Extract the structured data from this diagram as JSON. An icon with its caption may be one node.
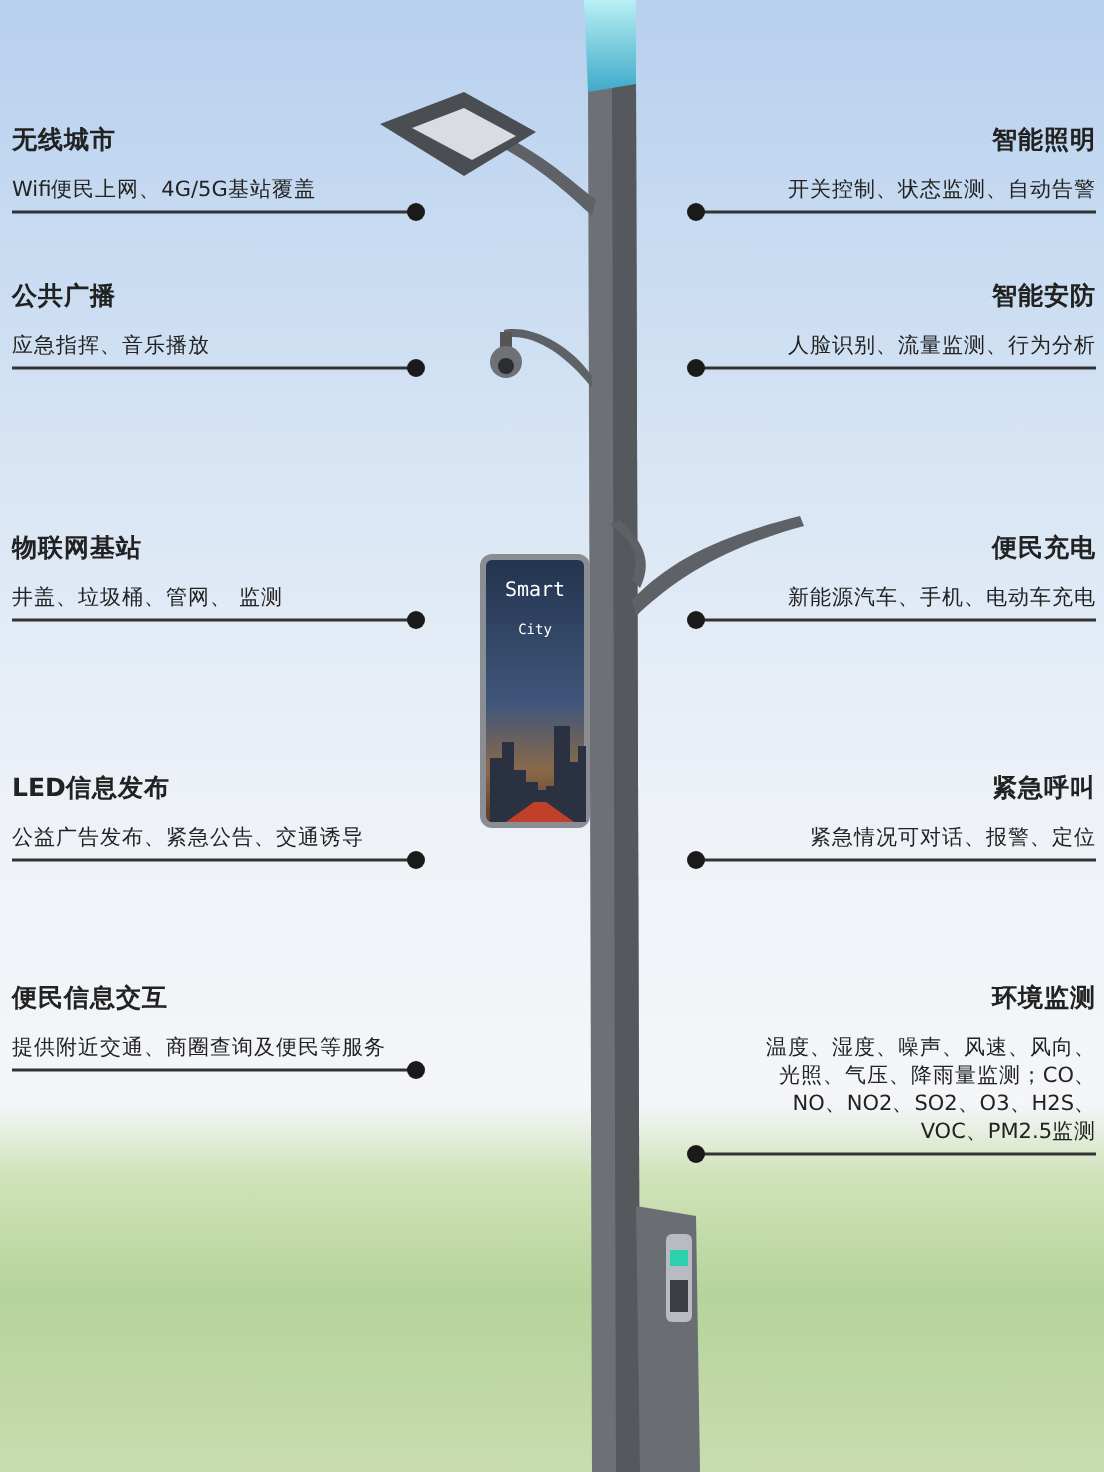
{
  "diagram": {
    "nodes": [
      {
        "text": [
          "无线城市",
          "Wifi便民上网、4G/5G基站覆盖"
        ]
      },
      {
        "text": [
          "公共广播",
          "应急指挥、音乐播放"
        ]
      },
      {
        "text": [
          "物联网基站",
          "井盖、垃圾桶、管网、 监测"
        ]
      },
      {
        "text": [
          "LED信息发布",
          "公益广告发布、紧急公告、交通诱导"
        ]
      },
      {
        "text": [
          "便民信息交互",
          "提供附近交通、商圈查询及便民等服务"
        ]
      },
      {
        "text": [
          "智能照明",
          "开关控制、状态监测、自动告警"
        ]
      },
      {
        "text": [
          "智能安防",
          "人脸识别、流量监测、行为分析"
        ]
      },
      {
        "text": [
          "便民充电",
          "新能源汽车、手机、电动车充电"
        ]
      },
      {
        "text": [
          "紧急呼叫",
          "紧急情况可对话、报警、定位"
        ]
      },
      {
        "text": [
          "环境监测",
          "温度、湿度、噪声、风速、风向、光照、气压、降雨量监测；CO、NO、NO2、SO2、O3、H2S、VOC、PM2.5监测"
        ]
      },
      {
        "text": [
          "Smart",
          "City"
        ]
      }
    ],
    "edges": [
      {
        "from": 0,
        "to": null,
        "arrow": "other"
      },
      {
        "from": 1,
        "to": null,
        "arrow": "other"
      },
      {
        "from": 2,
        "to": null,
        "arrow": "other"
      },
      {
        "from": 3,
        "to": null,
        "arrow": "other"
      },
      {
        "from": 4,
        "to": null,
        "arrow": "other"
      },
      {
        "from": 5,
        "to": null,
        "arrow": "other"
      },
      {
        "from": 6,
        "to": null,
        "arrow": "other"
      },
      {
        "from": 7,
        "to": null,
        "arrow": "other"
      },
      {
        "from": 8,
        "to": null,
        "arrow": "other"
      },
      {
        "from": 9,
        "to": null,
        "arrow": "other"
      }
    ]
  }
}
